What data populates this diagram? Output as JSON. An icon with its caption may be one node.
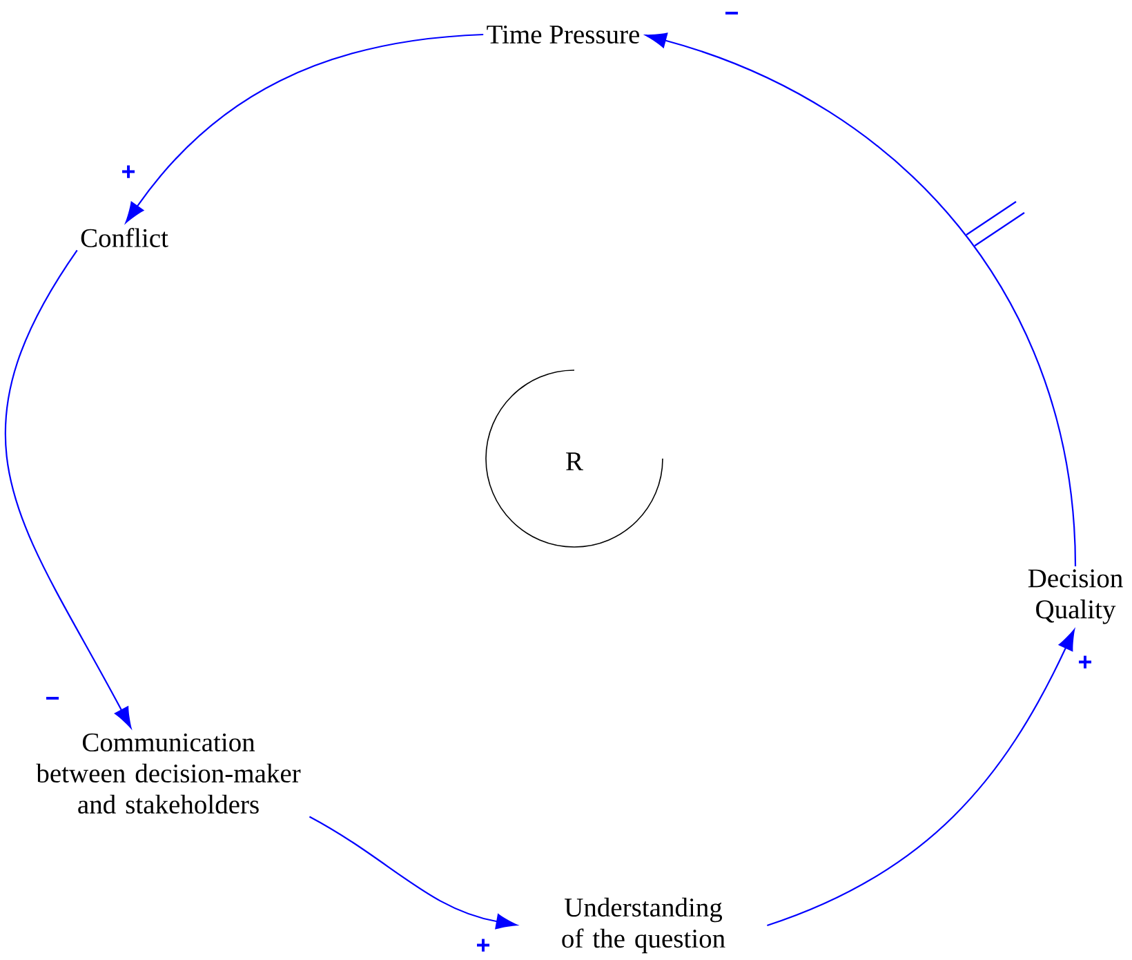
{
  "diagram": {
    "nodes": [
      {
        "text": [
          "Time Pressure"
        ]
      },
      {
        "text": [
          "Conflict"
        ]
      },
      {
        "text": [
          "Communication between decision-maker and stakeholders"
        ]
      },
      {
        "text": [
          "Understanding of the question"
        ]
      },
      {
        "text": [
          "Decision Quality"
        ]
      },
      {
        "text": [
          "R"
        ]
      }
    ],
    "edges": [
      {
        "from": 0,
        "to": 1,
        "arrow": "to",
        "label": "+"
      },
      {
        "from": 1,
        "to": 2,
        "arrow": "to",
        "label": "−"
      },
      {
        "from": 2,
        "to": 3,
        "arrow": "to",
        "label": "+"
      },
      {
        "from": 3,
        "to": 4,
        "arrow": "to",
        "label": "+"
      },
      {
        "from": 4,
        "to": 0,
        "arrow": "to",
        "label": "−"
      }
    ]
  }
}
